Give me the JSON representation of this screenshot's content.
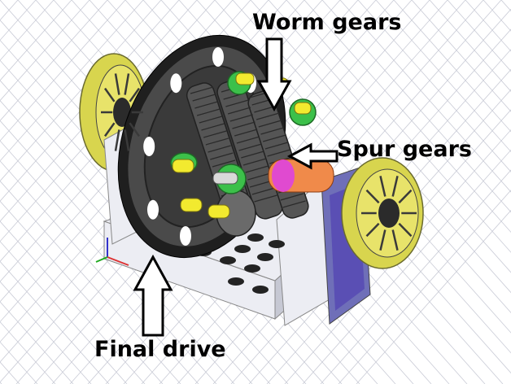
{
  "labels": {
    "worm_gears": "Worm gears",
    "spur_gears": "Spur gears",
    "final_drive": "Final drive"
  },
  "colors": {
    "background": "#ffffff",
    "grid_line": "#c9cbd6",
    "housing_light": "#ecedf3",
    "housing_side": "#c6c8d3",
    "housing_dark": "#6f6fb8",
    "purple_panel": "#5a4fb4",
    "ring_gear": "#3a3a3a",
    "ring_gear_teeth": "#1f1f1f",
    "ring_gear_web": "#4a4a4a",
    "wheel_tread": "#d8d54e",
    "wheel_spoke": "#e8e36a",
    "wheel_hub": "#2b2b2b",
    "worm_gear": "#555555",
    "spur_gear_green": "#3cc04a",
    "pin_yellow": "#f2ea2f",
    "shaft_orange": "#f08a4a",
    "shaft_magenta": "#e04ad0",
    "hole": "#232323",
    "arrow_outline": "#000000",
    "arrow_fill": "#ffffff",
    "axis_x": "#d33",
    "axis_y": "#2a2",
    "axis_z": "#33c"
  },
  "icons": {
    "worm_arrow": "arrow-down-icon",
    "spur_arrow": "arrow-left-icon",
    "final_arrow": "arrow-up-icon",
    "ucs": "axis-triad-icon"
  }
}
